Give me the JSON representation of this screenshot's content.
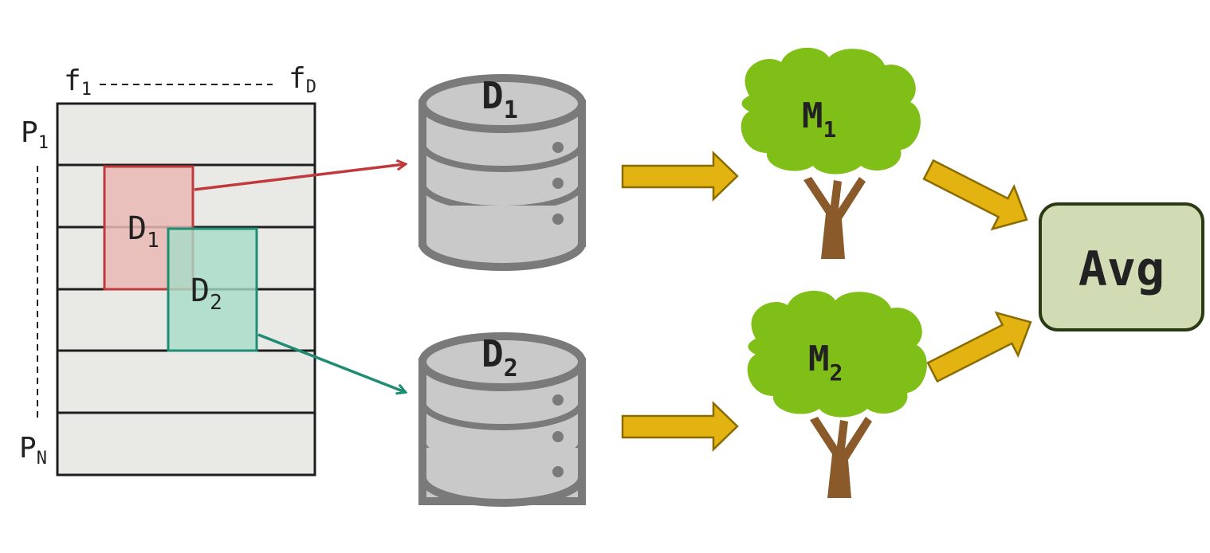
{
  "matrix": {
    "feature_first": "f",
    "feature_first_sub": "1",
    "feature_last": "f",
    "feature_last_sub": "D",
    "row_first": "P",
    "row_first_sub": "1",
    "row_last": "P",
    "row_last_sub": "N",
    "subset1": {
      "label": "D",
      "sub": "1"
    },
    "subset2": {
      "label": "D",
      "sub": "2"
    }
  },
  "datasets": [
    {
      "label": "D",
      "sub": "1"
    },
    {
      "label": "D",
      "sub": "2"
    }
  ],
  "models": [
    {
      "label": "M",
      "sub": "1"
    },
    {
      "label": "M",
      "sub": "2"
    }
  ],
  "aggregate": {
    "label": "Avg"
  },
  "colors": {
    "matrix_fill": "#e9e9e6",
    "grid_line": "#1e1e1e",
    "subset1_fill": "#e9b8b3",
    "subset1_stroke": "#c0393b",
    "subset2_fill": "#a6dcc8",
    "subset2_stroke": "#1f8c74",
    "db_fill": "#c9c9c9",
    "db_stroke": "#7a7a7a",
    "arrow_fill": "#e3b312",
    "arrow_stroke": "#8a6b00",
    "tree_green": "#7fbf17",
    "trunk": "#8b5a2b",
    "avg_fill": "#d2dcb4",
    "avg_stroke": "#2a3a12"
  }
}
